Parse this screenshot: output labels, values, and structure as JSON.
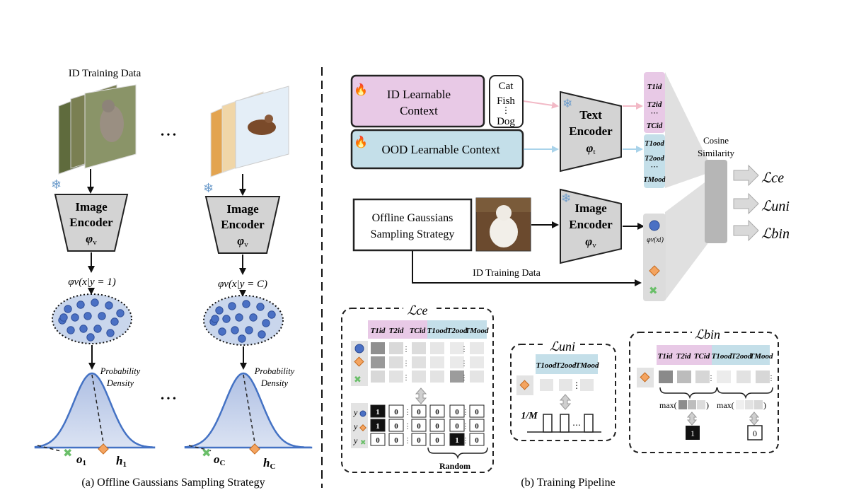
{
  "left": {
    "data_title": "ID Training Data",
    "dots": "• • •",
    "enc_line1": "Image",
    "enc_line2": "Encoder",
    "enc_sym": "φ",
    "enc_sub": "v",
    "feat1": "φv(x|y = 1)",
    "featC": "φv(x|y = C)",
    "pd_line1": "Probability",
    "pd_line2": "Density",
    "o1": "o",
    "o1_sub": "1",
    "h1": "h",
    "h1_sub": "1",
    "oC": "o",
    "oC_sub": "C",
    "hC": "h",
    "hC_sub": "C",
    "caption": "(a) Offline Gaussians Sampling Strategy"
  },
  "right": {
    "id_ctx_line1": "ID Learnable",
    "id_ctx_line2": "Context",
    "classes": [
      "Cat",
      "Fish",
      "Dog"
    ],
    "ood_ctx": "OOD Learnable Context",
    "text_enc_line1": "Text",
    "text_enc_line2": "Encoder",
    "text_enc_sym": "φ",
    "text_enc_sub": "t",
    "img_enc_line1": "Image",
    "img_enc_line2": "Encoder",
    "img_enc_sym": "φ",
    "img_enc_sub": "v",
    "ogs_line1": "Offline Gaussians",
    "ogs_line2": "Sampling Strategy",
    "id_train": "ID Training Data",
    "cos_line1": "Cosine",
    "cos_line2": "Similarity",
    "feat": "φv(xi)",
    "t_id": [
      "T1id",
      "T2id",
      "TCid"
    ],
    "t_ood": [
      "T1ood",
      "T2ood",
      "TMood"
    ],
    "losses": [
      "ℒce",
      "ℒuni",
      "ℒbin"
    ],
    "caption": "(b) Training Pipeline"
  },
  "panels": {
    "ce_title": "ℒce",
    "ce_header": [
      "T1id",
      "T2id",
      "TCid",
      "T1ood",
      "T2ood",
      "TMood"
    ],
    "ce_labels": [
      [
        "1",
        "0",
        "0",
        "0",
        "0",
        "0"
      ],
      [
        "1",
        "0",
        "0",
        "0",
        "0",
        "0"
      ],
      [
        "0",
        "0",
        "0",
        "0",
        "1",
        "0"
      ]
    ],
    "ce_y": "y",
    "ce_random": "Random",
    "uni_title": "ℒuni",
    "uni_header": [
      "T1ood",
      "T2ood",
      "TMood"
    ],
    "uni_frac": "1/M",
    "bin_title": "ℒbin",
    "bin_header": [
      "T1id",
      "T2id",
      "TCid",
      "T1ood",
      "T2ood",
      "TMood"
    ],
    "bin_max": "max(",
    "bin_close": ")",
    "bin_out": [
      "1",
      "0"
    ]
  },
  "colors": {
    "id_pink": "#e8c9e6",
    "ood_blue": "#c4dfe9",
    "encoder_gray": "#d0d0d0",
    "dot_blue": "#4a70c4",
    "ellipse_fill": "#c9d6ec",
    "orange": "#f4a460",
    "green": "#8fcf8a",
    "curve_fill": "#c7d3ec",
    "curve_line": "#4472c4"
  }
}
